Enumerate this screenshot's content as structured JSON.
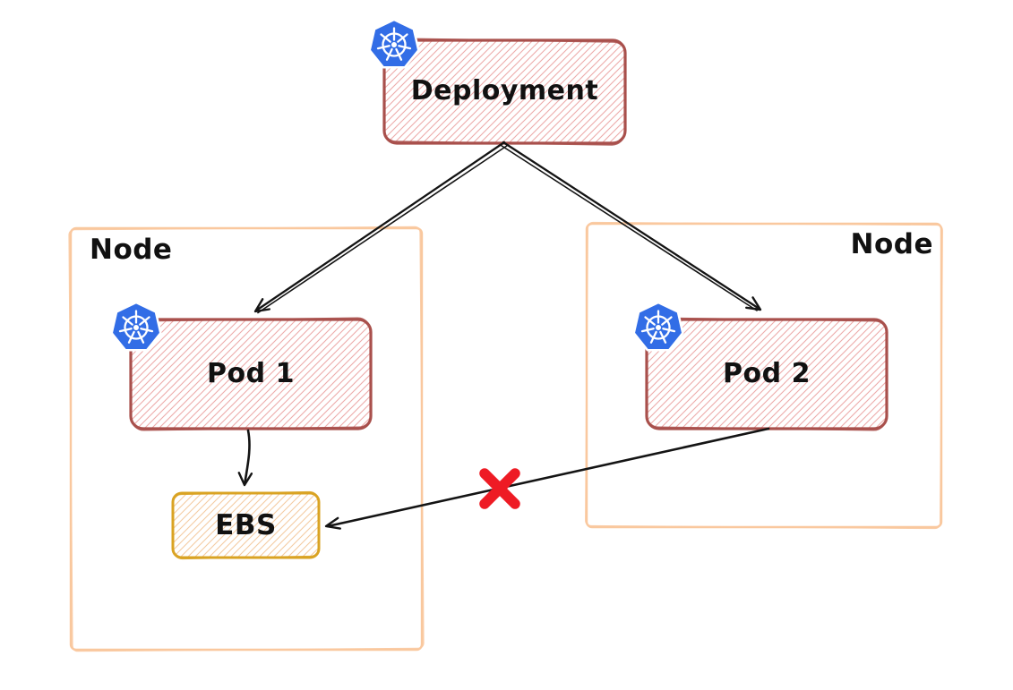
{
  "diagram": {
    "type": "kubernetes-architecture-sketch",
    "deployment": {
      "label": "Deployment",
      "icon": "kubernetes-icon"
    },
    "nodes": {
      "left": {
        "label": "Node"
      },
      "right": {
        "label": "Node"
      }
    },
    "pods": {
      "pod1": {
        "label": "Pod 1",
        "icon": "kubernetes-icon"
      },
      "pod2": {
        "label": "Pod 2",
        "icon": "kubernetes-icon"
      }
    },
    "storage": {
      "ebs": {
        "label": "EBS"
      }
    },
    "edges": [
      {
        "from": "Deployment",
        "to": "Pod 1",
        "type": "arrow",
        "status": "ok"
      },
      {
        "from": "Deployment",
        "to": "Pod 2",
        "type": "arrow",
        "status": "ok"
      },
      {
        "from": "Pod 1",
        "to": "EBS",
        "type": "arrow",
        "status": "ok"
      },
      {
        "from": "Pod 2",
        "to": "EBS",
        "type": "arrow",
        "status": "blocked",
        "marker": "red-x"
      }
    ],
    "colors": {
      "pod_border": "#a9504c",
      "pod_hatch": "#ecabaa",
      "node_border": "#f9c89e",
      "ebs_border": "#d9a323",
      "ebs_hatch": "#f4cba2",
      "kubernetes_blue": "#326de6",
      "error_red": "#ee1b24",
      "arrow": "#141414",
      "background": "#ffffff"
    }
  }
}
